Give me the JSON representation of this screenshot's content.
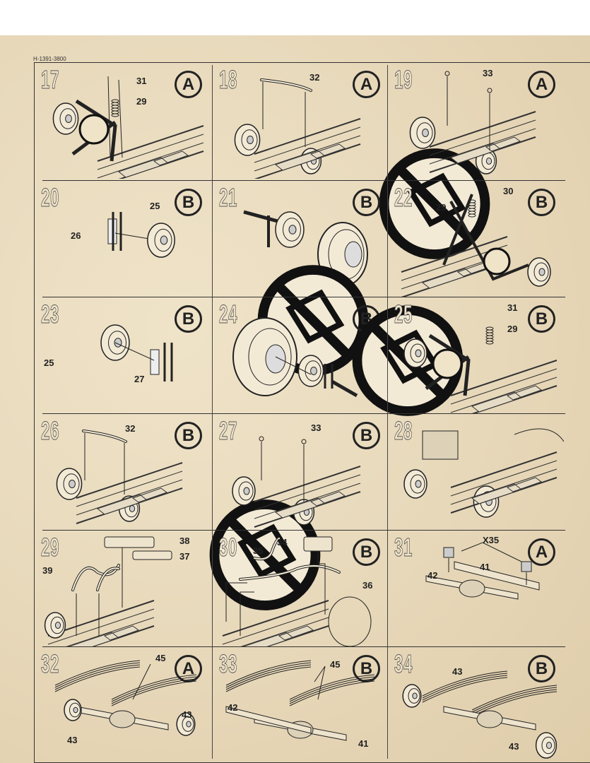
{
  "sheet_code": "H-1391-3800",
  "steps": [
    {
      "number": "17",
      "badge": "A",
      "labels": [
        "31",
        "29"
      ],
      "no_glue": false
    },
    {
      "number": "18",
      "badge": "A",
      "labels": [
        "32"
      ],
      "no_glue": true
    },
    {
      "number": "19",
      "badge": "A",
      "labels": [
        "33"
      ],
      "no_glue": false
    },
    {
      "number": "20",
      "badge": "B",
      "labels": [
        "25",
        "26"
      ],
      "no_glue": false
    },
    {
      "number": "21",
      "badge": "B",
      "labels": [],
      "no_glue": true
    },
    {
      "number": "22",
      "badge": "B",
      "labels": [
        "30",
        "29"
      ],
      "no_glue": false
    },
    {
      "number": "23",
      "badge": "B",
      "labels": [
        "25",
        "27"
      ],
      "no_glue": false
    },
    {
      "number": "24",
      "badge": "B",
      "labels": [],
      "no_glue": true
    },
    {
      "number": "25",
      "badge": "B",
      "labels": [
        "31",
        "29"
      ],
      "no_glue": false
    },
    {
      "number": "26",
      "badge": "B",
      "labels": [
        "32"
      ],
      "no_glue": true
    },
    {
      "number": "27",
      "badge": "B",
      "labels": [
        "33"
      ],
      "no_glue": false
    },
    {
      "number": "28",
      "badge": "",
      "labels": [],
      "no_glue": false
    },
    {
      "number": "29",
      "badge": "",
      "labels": [
        "38",
        "37",
        "39"
      ],
      "no_glue": false
    },
    {
      "number": "30",
      "badge": "B",
      "labels": [
        "34",
        "35",
        "36"
      ],
      "no_glue": false
    },
    {
      "number": "31",
      "badge": "A",
      "labels": [
        "X35",
        "41",
        "42"
      ],
      "no_glue": false
    },
    {
      "number": "32",
      "badge": "A",
      "labels": [
        "45",
        "43",
        "43"
      ],
      "no_glue": false
    },
    {
      "number": "33",
      "badge": "B",
      "labels": [
        "45",
        "42",
        "41"
      ],
      "no_glue": false
    },
    {
      "number": "34",
      "badge": "B",
      "labels": [
        "43",
        "43"
      ],
      "no_glue": false
    }
  ]
}
